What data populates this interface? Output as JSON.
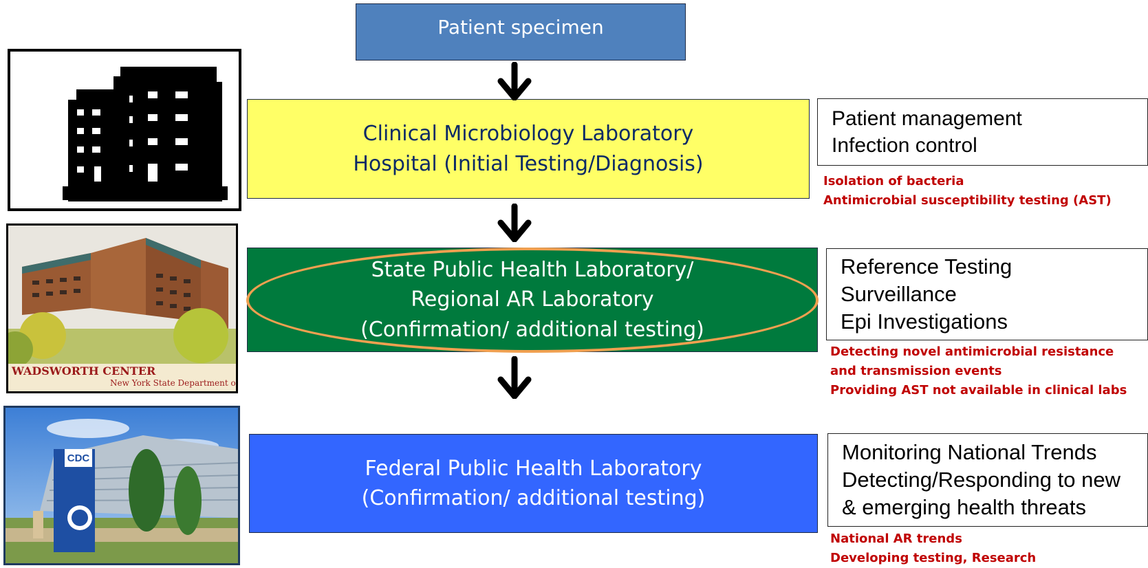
{
  "flow": {
    "specimen": "Patient specimen",
    "clinical": [
      "Clinical Microbiology Laboratory",
      "Hospital (Initial Testing/Diagnosis)"
    ],
    "state": [
      "State Public Health Laboratory/",
      "Regional AR Laboratory",
      "(Confirmation/ additional testing)"
    ],
    "federal": [
      "Federal Public Health Laboratory",
      "(Confirmation/ additional testing)"
    ]
  },
  "roles": {
    "clinical": [
      "Patient management",
      "Infection control"
    ],
    "state": [
      "Reference Testing",
      "Surveillance",
      "Epi Investigations"
    ],
    "federal": [
      "Monitoring National Trends",
      "Detecting/Responding to new",
      "& emerging health threats"
    ]
  },
  "notes": {
    "clinical": [
      "Isolation of bacteria",
      "Antimicrobial susceptibility testing (AST)"
    ],
    "state": [
      "Detecting novel antimicrobial resistance",
      "and transmission events",
      "Providing AST not available in clinical labs"
    ],
    "federal": [
      "National AR trends",
      "Developing testing, Research"
    ]
  },
  "images": {
    "hospital_icon": "hospital-building-icon",
    "wadsworth_title": "WADSWORTH  CENTER",
    "wadsworth_subtitle": "New York State Department of Hea",
    "cdc_sign": "CDC"
  },
  "colors": {
    "specimen": "#4f81bd",
    "clinical": "#ffff66",
    "state": "#007a3d",
    "federal": "#3366ff",
    "ellipse": "#f0a050",
    "note_red": "#c00000"
  }
}
